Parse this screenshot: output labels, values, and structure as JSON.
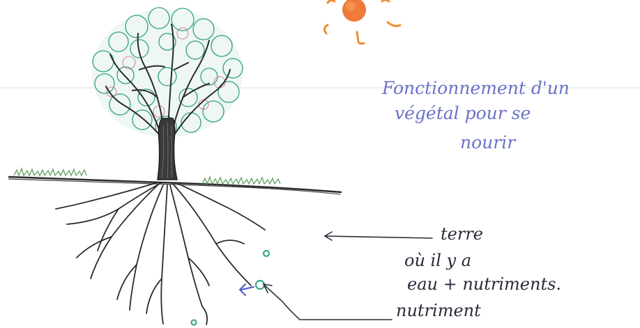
{
  "title": {
    "lines": [
      "Fonctionnement d'un",
      "végétal pour se",
      "nourir"
    ]
  },
  "annotations": {
    "soil": [
      "terre",
      "où il y a",
      "eau + nutriments."
    ],
    "nutrient": "nutriment"
  },
  "colors": {
    "sun": "#f07a3a",
    "sun_rays": "#f08a2a",
    "foliage": "#2fa37a",
    "foliage_accent": "#d46a8a",
    "trunk": "#2b2b2b",
    "grass": "#6aa86a",
    "nutrient": "#3aa88a",
    "title_ink": "#6a72c8",
    "note_ink": "#2a2a3a",
    "absorb_arrow": "#4a5ac8"
  },
  "icons": [
    "sun-icon",
    "tree-icon",
    "nutrient-icon"
  ]
}
